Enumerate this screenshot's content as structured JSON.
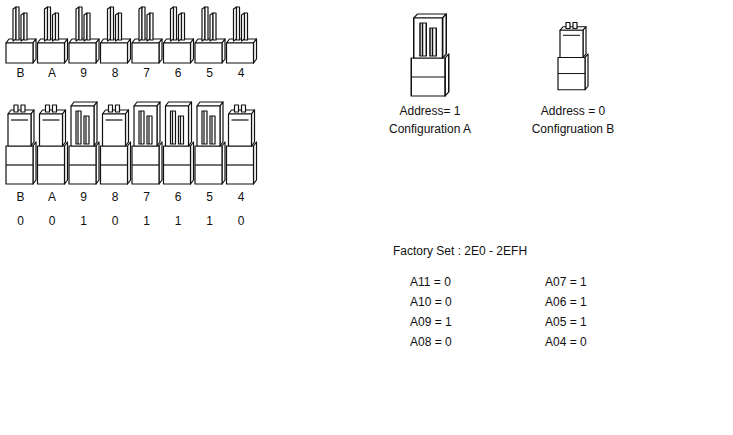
{
  "diagram": {
    "labels": [
      "B",
      "A",
      "9",
      "8",
      "7",
      "6",
      "5",
      "4",
      "Address= 1",
      "Configuration A",
      "Address = 0",
      "Configruation B",
      "B",
      "A",
      "9",
      "8",
      "7",
      "6",
      "5",
      "4",
      "0",
      "0",
      "1",
      "0",
      "1",
      "1",
      "1",
      "0",
      "Factory Set : 2E0 - 2EFH",
      "A11 = 0",
      "A07 = 1",
      "A10 = 0",
      "A06 = 1",
      "A09 = 1",
      "A05 = 1",
      "A08 = 0",
      "A04 = 0"
    ]
  }
}
